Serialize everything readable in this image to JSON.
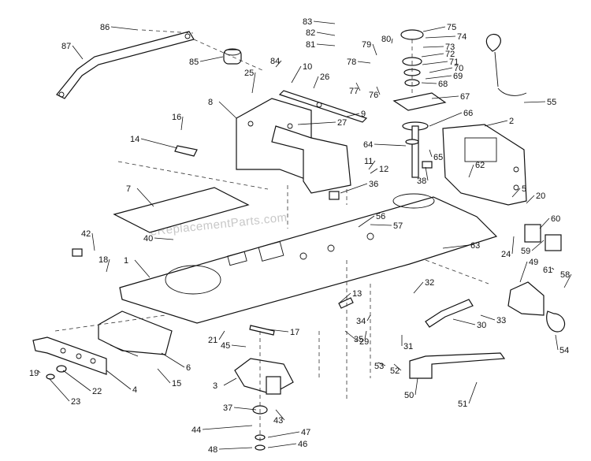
{
  "watermark": "eReplacementParts.com",
  "callouts": [
    "1",
    "2",
    "3",
    "4",
    "5",
    "6",
    "7",
    "8",
    "9",
    "10",
    "11",
    "12",
    "13",
    "14",
    "15",
    "16",
    "17",
    "18",
    "19",
    "20",
    "21",
    "22",
    "23",
    "24",
    "25",
    "26",
    "27",
    "29",
    "30",
    "31",
    "32",
    "33",
    "34",
    "35",
    "36",
    "37",
    "38",
    "40",
    "42",
    "43",
    "44",
    "45",
    "46",
    "47",
    "48",
    "49",
    "50",
    "51",
    "52",
    "53",
    "54",
    "55",
    "56",
    "57",
    "58",
    "59",
    "60",
    "61",
    "62",
    "63",
    "64",
    "65",
    "66",
    "67",
    "68",
    "69",
    "70",
    "71",
    "72",
    "73",
    "74",
    "75",
    "76",
    "77",
    "78",
    "79",
    "80",
    "81",
    "82",
    "83",
    "84",
    "85",
    "86",
    "87"
  ]
}
